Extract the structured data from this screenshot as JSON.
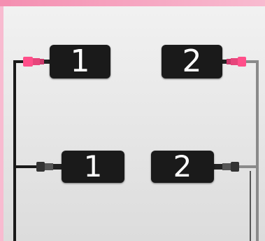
{
  "colors": {
    "background_light": "#f2f2f2",
    "background_mid": "#d9d9d9",
    "frame_pink": "#f48fb1",
    "frame_pink_light": "#f8bbd0",
    "pad_fill": "#1a1a1a",
    "pad_label": "#ffffff",
    "wire_upper_left": "#222222",
    "wire_upper_right": "#8a8a8a",
    "wire_lower": "#444444",
    "connector_pink": "#ff4f8a",
    "connector_dark": "#333333"
  },
  "pads": {
    "upper_left": {
      "label": "1"
    },
    "upper_right": {
      "label": "2"
    },
    "lower_left": {
      "label": "1"
    },
    "lower_right": {
      "label": "2"
    }
  }
}
